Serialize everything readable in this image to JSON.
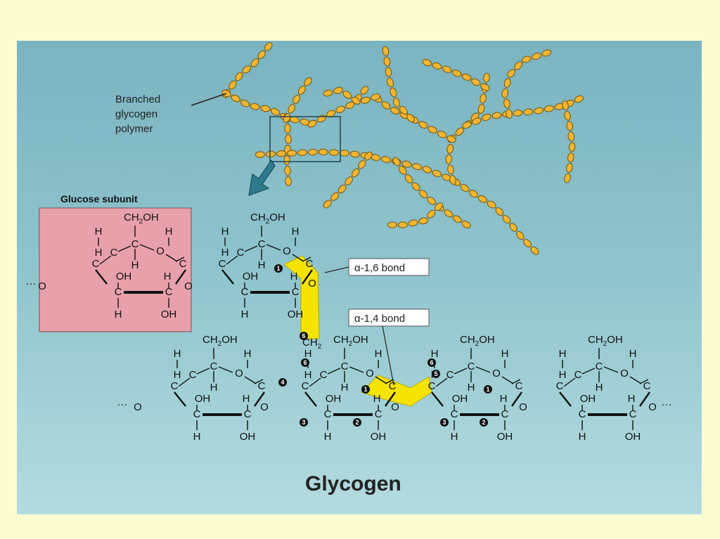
{
  "labels": {
    "branched": [
      "Branched",
      "glycogen",
      "polymer"
    ],
    "glucose_subunit": "Glucose subunit",
    "alpha16": "α-1,6 bond",
    "alpha14": "α-1,4 bond",
    "title": "Glycogen"
  },
  "atoms": {
    "ch2oh": "CH",
    "ch2oh_sub": "2",
    "ch2oh_tail": "OH",
    "ch2": "CH",
    "ch2_sub": "2",
    "c": "C",
    "o": "O",
    "h": "H",
    "oh": "OH",
    "dots": "···"
  },
  "colors": {
    "chain_bead": "#f2b632",
    "chain_outline": "#7a5a10",
    "highlight": "#f5e400",
    "subunit_box": "#e8a1aa",
    "background_panel": "#8fc2cb",
    "page": "#fdfbd2"
  },
  "carbon_numbers": [
    "1",
    "2",
    "3",
    "4",
    "5",
    "6"
  ]
}
